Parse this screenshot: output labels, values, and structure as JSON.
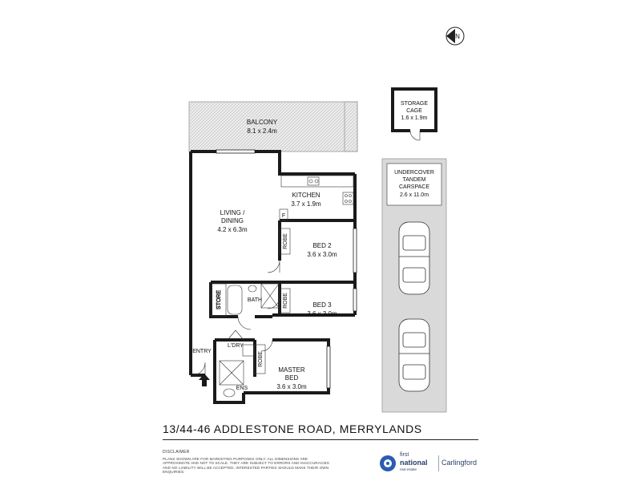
{
  "north_label": "N",
  "rooms": {
    "balcony": {
      "name": "BALCONY",
      "size": "8.1 x 2.4m"
    },
    "kitchen": {
      "name": "KITCHEN",
      "size": "3.7 x 1.9m"
    },
    "living": {
      "name1": "LIVING /",
      "name2": "DINING",
      "size": "4.2 x 6.3m"
    },
    "bed2": {
      "name": "BED 2",
      "size": "3.6 x 3.0m"
    },
    "bed3": {
      "name": "BED 3",
      "size": "3.6 x 3.0m"
    },
    "master": {
      "name1": "MASTER",
      "name2": "BED",
      "size": "3.6 x 3.0m"
    },
    "bath": "BATH",
    "store": "STORE",
    "laundry": "L'DRY",
    "ensuite": "ENS",
    "robe": "ROBE",
    "fridge": "F",
    "entry": "ENTRY"
  },
  "storage": {
    "line1": "STORAGE",
    "line2": "CAGE",
    "size": "1.6 x 1.9m"
  },
  "carspace": {
    "line1": "UNDERCOVER",
    "line2": "TANDEM",
    "line3": "CARSPACE",
    "size": "2.6 x 11.0m"
  },
  "address": "13/44-46 ADDLESTONE ROAD, MERRYLANDS",
  "disclaimer_title": "DISCLAIMER",
  "disclaimer_text": "PLANS SHOWN ARE FOR MARKETING PURPOSES ONLY. ALL DIMENSIONS ARE APPROXIMATE AND NOT TO SCALE. THEY ARE SUBJECT TO ERRORS AND INACCURACIES AND NO LIABILITY WILL BE ACCEPTED. INTERESTED PARTIES SHOULD MAKE THEIR OWN ENQUIRIES.",
  "brand": {
    "first": "first",
    "national": "national",
    "sub": "real estate",
    "office": "Carlingford"
  },
  "colors": {
    "wall": "#1a1a1a",
    "balcony_hatch": "#c8c8c8",
    "carspace_fill": "#d9d9d9",
    "brand_blue": "#2a5db0"
  }
}
